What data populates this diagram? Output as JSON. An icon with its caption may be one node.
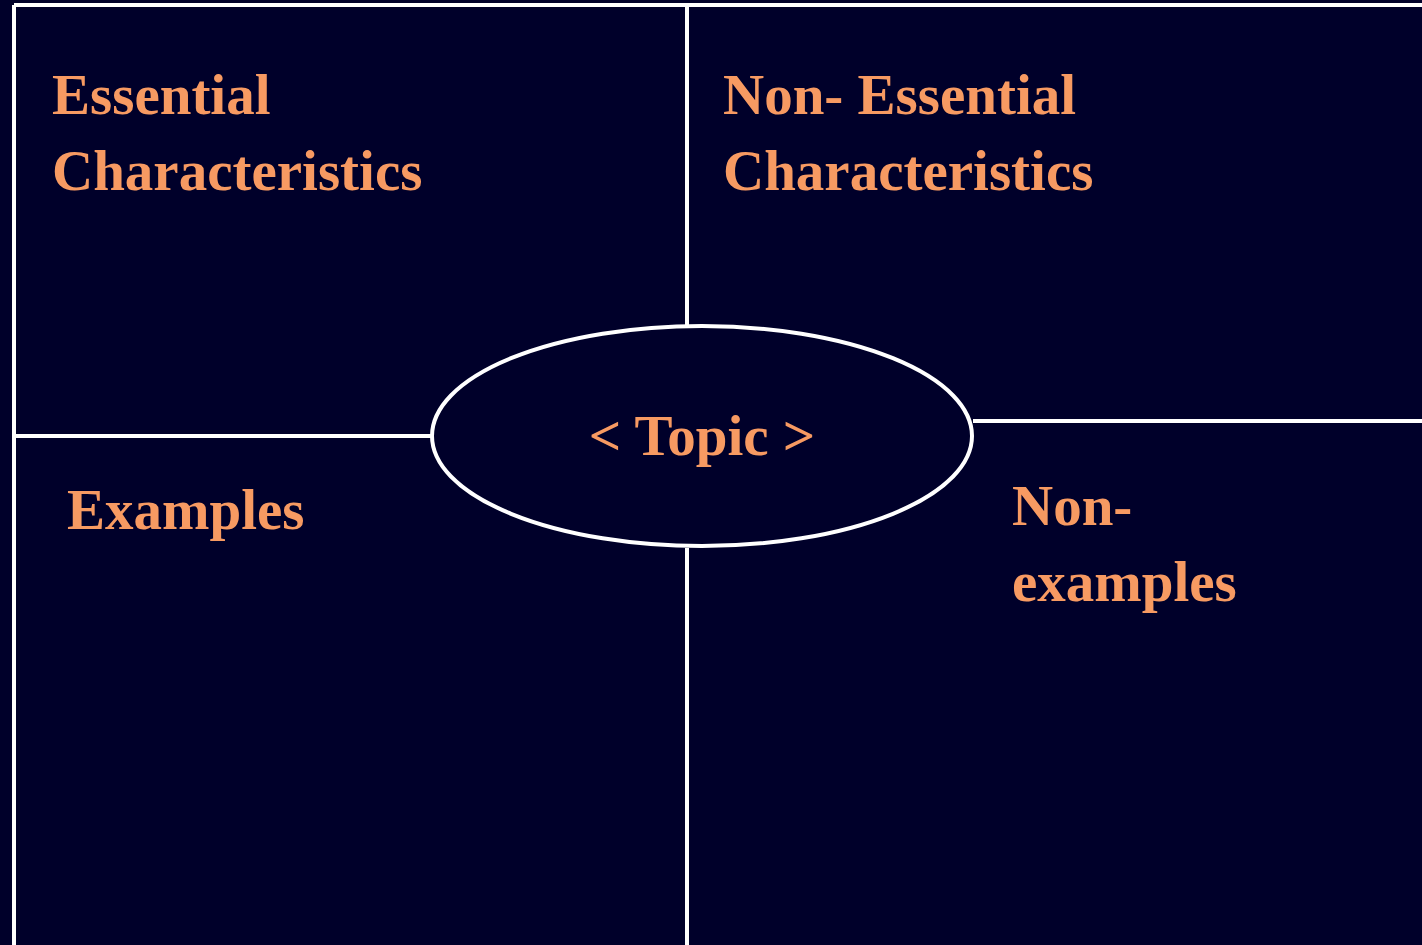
{
  "diagram": {
    "nodes": [
      {
        "text": [
          "Essential Characteristics"
        ]
      },
      {
        "text": [
          "Non- Essential Characteristics"
        ]
      },
      {
        "text": [
          "< Topic >"
        ]
      },
      {
        "text": [
          "Examples"
        ]
      },
      {
        "text": [
          "Non- examples"
        ]
      }
    ]
  }
}
